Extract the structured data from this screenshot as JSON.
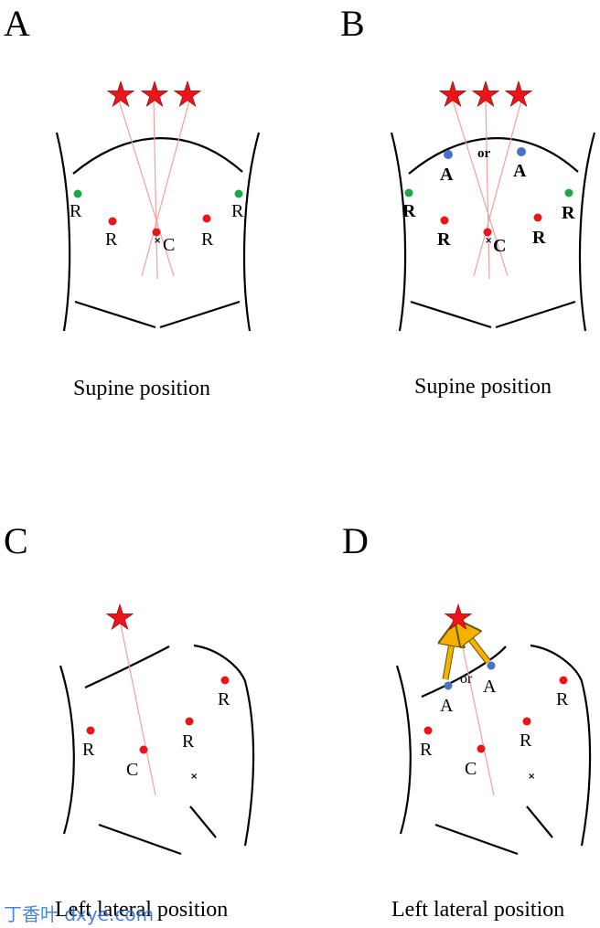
{
  "panels": {
    "a": {
      "letter": "A",
      "caption": "Supine position",
      "r1": "R",
      "r2": "R",
      "r3": "R",
      "r4": "R",
      "c": "C"
    },
    "b": {
      "letter": "B",
      "caption": "Supine position",
      "a1": "A",
      "a2": "A",
      "or": "or",
      "r1": "R",
      "r2": "R",
      "r3": "R",
      "r4": "R",
      "c": "C"
    },
    "c": {
      "letter": "C",
      "caption": "Left lateral position",
      "r1": "R",
      "r2": "R",
      "r3": "R",
      "c": "C"
    },
    "d": {
      "letter": "D",
      "caption": "Left lateral position",
      "a1": "A",
      "a2": "A",
      "or": "or",
      "r1": "R",
      "r2": "R",
      "r3": "R",
      "c": "C"
    }
  },
  "watermark": "丁香叶 dxye.com",
  "colors": {
    "star": "#e8161b",
    "red_dot": "#e8161b",
    "green_dot": "#1fa84a",
    "blue_dot": "#4a72c4",
    "ray": "#f2a0a0",
    "arrow": "#f2b200"
  }
}
